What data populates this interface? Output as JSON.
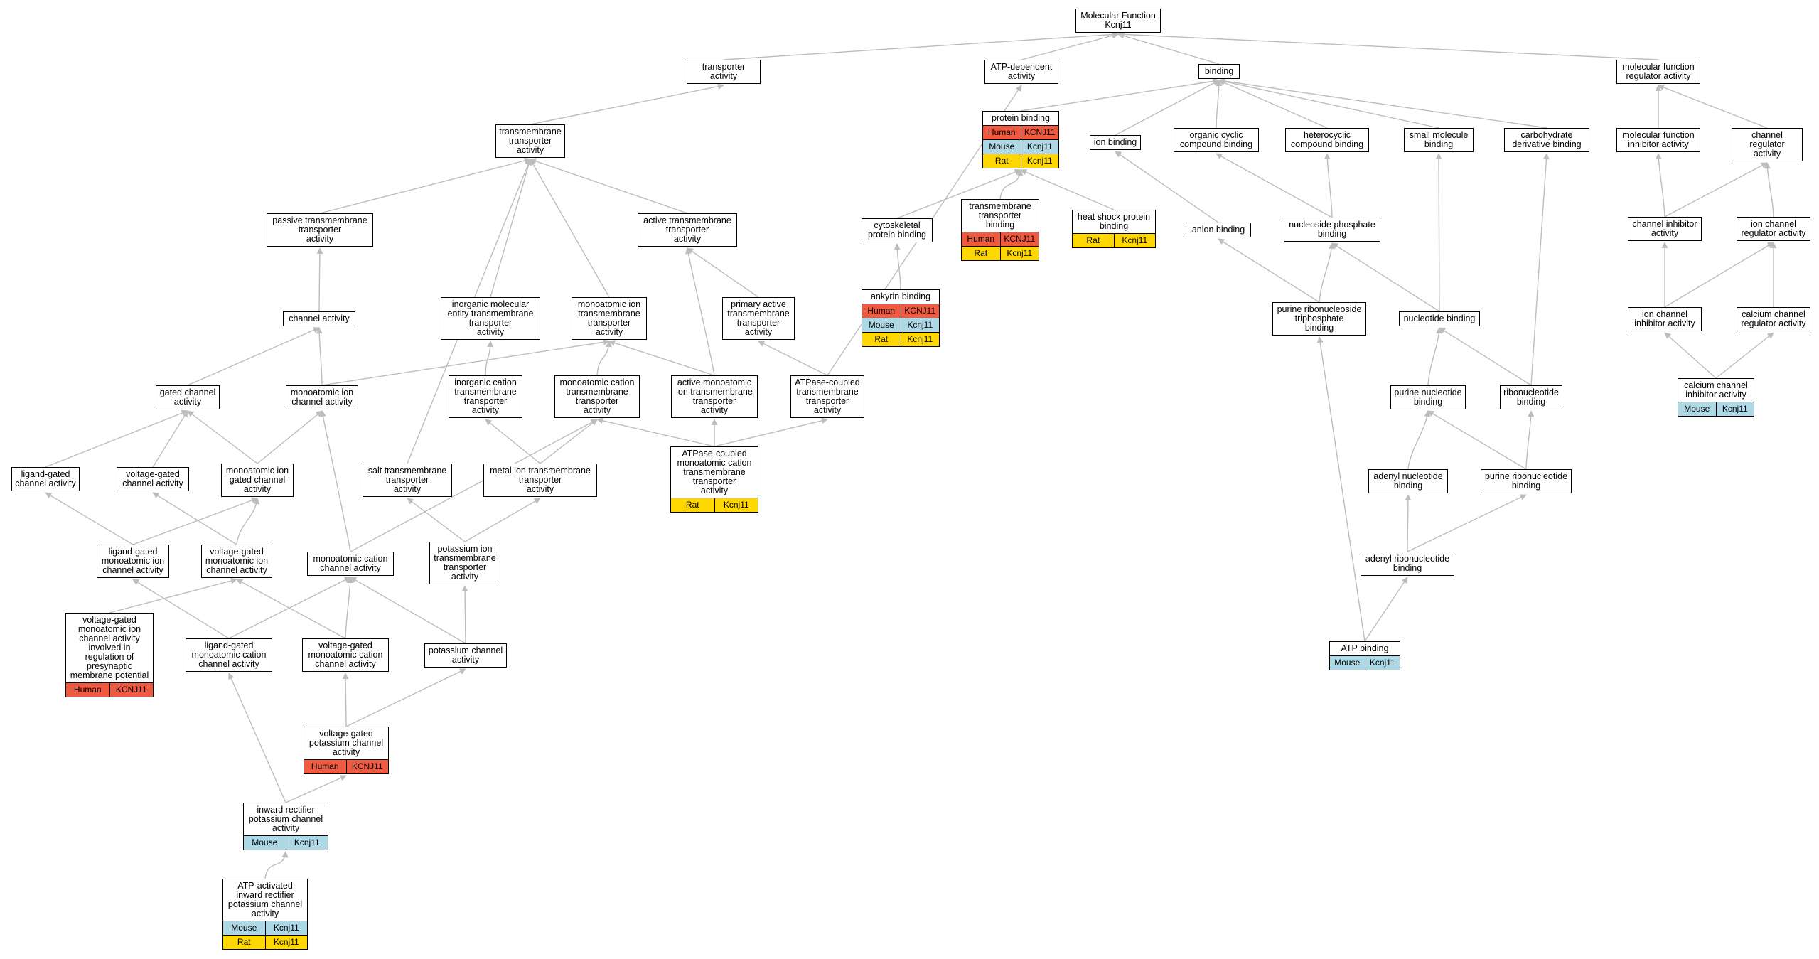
{
  "title": "Molecular Function\nKcnj11",
  "species_colors": {
    "Human": "#f05a40",
    "Mouse": "#add8e6",
    "Rat": "#ffd700"
  },
  "edge_color": "#bdbdbd",
  "nodes": {
    "root": {
      "label": "Molecular Function\nKcnj11"
    },
    "transporter": {
      "label": "transporter\nactivity"
    },
    "atp_dep": {
      "label": "ATP-dependent\nactivity"
    },
    "binding": {
      "label": "binding"
    },
    "mfreg": {
      "label": "molecular function\nregulator activity"
    },
    "tmt": {
      "label": "transmembrane\ntransporter\nactivity"
    },
    "protein_binding": {
      "label": "protein binding",
      "species": [
        [
          "Human",
          "KCNJ11"
        ],
        [
          "Mouse",
          "Kcnj11"
        ],
        [
          "Rat",
          "Kcnj11"
        ]
      ]
    },
    "ion_binding": {
      "label": "ion binding"
    },
    "organic_cyclic": {
      "label": "organic cyclic\ncompound binding"
    },
    "heterocyclic": {
      "label": "heterocyclic\ncompound binding"
    },
    "small_molecule": {
      "label": "small molecule\nbinding"
    },
    "carbohydrate": {
      "label": "carbohydrate\nderivative binding"
    },
    "mf_inhibitor": {
      "label": "molecular function\ninhibitor activity"
    },
    "channel_reg": {
      "label": "channel regulator\nactivity"
    },
    "passive_tmt": {
      "label": "passive transmembrane\ntransporter\nactivity"
    },
    "active_tmt": {
      "label": "active transmembrane\ntransporter\nactivity"
    },
    "cytoskeletal": {
      "label": "cytoskeletal\nprotein binding"
    },
    "tmt_binding": {
      "label": "transmembrane\ntransporter\nbinding",
      "species": [
        [
          "Human",
          "KCNJ11"
        ],
        [
          "Rat",
          "Kcnj11"
        ]
      ]
    },
    "hsp_binding": {
      "label": "heat shock protein\nbinding",
      "species": [
        [
          "Rat",
          "Kcnj11"
        ]
      ]
    },
    "anion_binding": {
      "label": "anion binding"
    },
    "nuc_phosphate": {
      "label": "nucleoside phosphate\nbinding"
    },
    "channel_inhibitor": {
      "label": "channel inhibitor\nactivity"
    },
    "ion_channel_reg": {
      "label": "ion channel\nregulator activity"
    },
    "channel_activity": {
      "label": "channel activity"
    },
    "inorg_mol": {
      "label": "inorganic molecular\nentity transmembrane\ntransporter\nactivity"
    },
    "mono_ion_tmt": {
      "label": "monoatomic ion\ntransmembrane\ntransporter\nactivity"
    },
    "primary_active": {
      "label": "primary active\ntransmembrane\ntransporter\nactivity"
    },
    "ankyrin": {
      "label": "ankyrin binding",
      "species": [
        [
          "Human",
          "KCNJ11"
        ],
        [
          "Mouse",
          "Kcnj11"
        ],
        [
          "Rat",
          "Kcnj11"
        ]
      ]
    },
    "purine_rnt_tp": {
      "label": "purine ribonucleoside\ntriphosphate\nbinding"
    },
    "nucleotide_binding": {
      "label": "nucleotide binding"
    },
    "ion_channel_inhib": {
      "label": "ion channel\ninhibitor activity"
    },
    "calcium_channel_reg": {
      "label": "calcium channel\nregulator activity"
    },
    "gated_channel": {
      "label": "gated channel\nactivity"
    },
    "mono_ion_channel": {
      "label": "monoatomic ion\nchannel activity"
    },
    "inorg_cation": {
      "label": "inorganic cation\ntransmembrane\ntransporter\nactivity"
    },
    "mono_cation_tmt": {
      "label": "monoatomic cation\ntransmembrane\ntransporter\nactivity"
    },
    "active_mono_ion": {
      "label": "active monoatomic\nion transmembrane\ntransporter\nactivity"
    },
    "atpase_tmt": {
      "label": "ATPase-coupled\ntransmembrane\ntransporter\nactivity"
    },
    "purine_nucleotide": {
      "label": "purine nucleotide\nbinding"
    },
    "ribonucleotide": {
      "label": "ribonucleotide\nbinding"
    },
    "calcium_channel_inhib": {
      "label": "calcium channel\ninhibitor activity",
      "species": [
        [
          "Mouse",
          "Kcnj11"
        ]
      ]
    },
    "ligand_gated": {
      "label": "ligand-gated\nchannel activity"
    },
    "voltage_gated": {
      "label": "voltage-gated\nchannel activity"
    },
    "mono_ion_gated": {
      "label": "monoatomic ion\ngated channel\nactivity"
    },
    "salt_tmt": {
      "label": "salt transmembrane\ntransporter\nactivity"
    },
    "metal_ion_tmt": {
      "label": "metal ion transmembrane\ntransporter\nactivity"
    },
    "atpase_mono_cation": {
      "label": "ATPase-coupled\nmonoatomic cation\ntransmembrane\ntransporter\nactivity",
      "species": [
        [
          "Rat",
          "Kcnj11"
        ]
      ]
    },
    "adenyl_nucleotide": {
      "label": "adenyl nucleotide\nbinding"
    },
    "purine_ribonucleotide": {
      "label": "purine ribonucleotide\nbinding"
    },
    "ligand_gated_mono_ion": {
      "label": "ligand-gated\nmonoatomic ion\nchannel activity"
    },
    "voltage_gated_mono_ion": {
      "label": "voltage-gated\nmonoatomic ion\nchannel activity"
    },
    "mono_cation_channel": {
      "label": "monoatomic cation\nchannel activity"
    },
    "potassium_ion_tmt": {
      "label": "potassium ion\ntransmembrane\ntransporter\nactivity"
    },
    "adenyl_ribonucleotide": {
      "label": "adenyl ribonucleotide\nbinding"
    },
    "vg_presynaptic": {
      "label": "voltage-gated\nmonoatomic ion\nchannel activity\ninvolved in\nregulation of\npresynaptic\nmembrane potential",
      "species": [
        [
          "Human",
          "KCNJ11"
        ]
      ]
    },
    "ligand_gated_cation": {
      "label": "ligand-gated\nmonoatomic cation\nchannel activity"
    },
    "voltage_gated_cation": {
      "label": "voltage-gated\nmonoatomic cation\nchannel activity"
    },
    "potassium_channel": {
      "label": "potassium channel\nactivity"
    },
    "atp_binding": {
      "label": "ATP binding",
      "species": [
        [
          "Mouse",
          "Kcnj11"
        ]
      ]
    },
    "vg_potassium": {
      "label": "voltage-gated\npotassium channel\nactivity",
      "species": [
        [
          "Human",
          "KCNJ11"
        ]
      ]
    },
    "inward_rectifier": {
      "label": "inward rectifier\npotassium channel\nactivity",
      "species": [
        [
          "Mouse",
          "Kcnj11"
        ]
      ]
    },
    "atp_activated": {
      "label": "ATP-activated\ninward rectifier\npotassium channel\nactivity",
      "species": [
        [
          "Mouse",
          "Kcnj11"
        ],
        [
          "Rat",
          "Kcnj11"
        ]
      ]
    }
  },
  "edges": [
    [
      "transporter",
      "root"
    ],
    [
      "atp_dep",
      "root"
    ],
    [
      "binding",
      "root"
    ],
    [
      "mfreg",
      "root"
    ],
    [
      "tmt",
      "transporter"
    ],
    [
      "protein_binding",
      "binding"
    ],
    [
      "ion_binding",
      "binding"
    ],
    [
      "organic_cyclic",
      "binding"
    ],
    [
      "heterocyclic",
      "binding"
    ],
    [
      "small_molecule",
      "binding"
    ],
    [
      "carbohydrate",
      "binding"
    ],
    [
      "mf_inhibitor",
      "mfreg"
    ],
    [
      "channel_reg",
      "mfreg"
    ],
    [
      "passive_tmt",
      "tmt"
    ],
    [
      "active_tmt",
      "tmt"
    ],
    [
      "inorg_mol",
      "tmt"
    ],
    [
      "mono_ion_tmt",
      "tmt"
    ],
    [
      "salt_tmt",
      "tmt"
    ],
    [
      "cytoskeletal",
      "protein_binding"
    ],
    [
      "tmt_binding",
      "protein_binding"
    ],
    [
      "hsp_binding",
      "protein_binding"
    ],
    [
      "anion_binding",
      "ion_binding"
    ],
    [
      "nuc_phosphate",
      "organic_cyclic"
    ],
    [
      "nuc_phosphate",
      "heterocyclic"
    ],
    [
      "channel_inhibitor",
      "mf_inhibitor"
    ],
    [
      "channel_inhibitor",
      "channel_reg"
    ],
    [
      "ion_channel_reg",
      "channel_reg"
    ],
    [
      "channel_activity",
      "passive_tmt"
    ],
    [
      "primary_active",
      "active_tmt"
    ],
    [
      "active_mono_ion",
      "active_tmt"
    ],
    [
      "ankyrin",
      "cytoskeletal"
    ],
    [
      "purine_rnt_tp",
      "anion_binding"
    ],
    [
      "purine_rnt_tp",
      "nuc_phosphate"
    ],
    [
      "nucleotide_binding",
      "nuc_phosphate"
    ],
    [
      "nucleotide_binding",
      "small_molecule"
    ],
    [
      "ion_channel_inhib",
      "channel_inhibitor"
    ],
    [
      "ion_channel_inhib",
      "ion_channel_reg"
    ],
    [
      "calcium_channel_reg",
      "ion_channel_reg"
    ],
    [
      "gated_channel",
      "channel_activity"
    ],
    [
      "mono_ion_channel",
      "channel_activity"
    ],
    [
      "mono_ion_channel",
      "mono_ion_tmt"
    ],
    [
      "inorg_cation",
      "inorg_mol"
    ],
    [
      "mono_cation_tmt",
      "mono_ion_tmt"
    ],
    [
      "active_mono_ion",
      "mono_ion_tmt"
    ],
    [
      "atpase_tmt",
      "primary_active"
    ],
    [
      "atpase_tmt",
      "atp_dep"
    ],
    [
      "purine_nucleotide",
      "nucleotide_binding"
    ],
    [
      "ribonucleotide",
      "nucleotide_binding"
    ],
    [
      "ribonucleotide",
      "carbohydrate"
    ],
    [
      "calcium_channel_inhib",
      "ion_channel_inhib"
    ],
    [
      "calcium_channel_inhib",
      "calcium_channel_reg"
    ],
    [
      "ligand_gated",
      "gated_channel"
    ],
    [
      "voltage_gated",
      "gated_channel"
    ],
    [
      "mono_ion_gated",
      "gated_channel"
    ],
    [
      "mono_ion_gated",
      "mono_ion_channel"
    ],
    [
      "metal_ion_tmt",
      "inorg_cation"
    ],
    [
      "metal_ion_tmt",
      "mono_cation_tmt"
    ],
    [
      "atpase_mono_cation",
      "mono_cation_tmt"
    ],
    [
      "atpase_mono_cation",
      "active_mono_ion"
    ],
    [
      "atpase_mono_cation",
      "atpase_tmt"
    ],
    [
      "adenyl_nucleotide",
      "purine_nucleotide"
    ],
    [
      "purine_ribonucleotide",
      "purine_nucleotide"
    ],
    [
      "purine_ribonucleotide",
      "ribonucleotide"
    ],
    [
      "ligand_gated_mono_ion",
      "ligand_gated"
    ],
    [
      "ligand_gated_mono_ion",
      "mono_ion_gated"
    ],
    [
      "voltage_gated_mono_ion",
      "voltage_gated"
    ],
    [
      "voltage_gated_mono_ion",
      "mono_ion_gated"
    ],
    [
      "mono_cation_channel",
      "mono_ion_channel"
    ],
    [
      "mono_cation_channel",
      "mono_cation_tmt"
    ],
    [
      "potassium_ion_tmt",
      "salt_tmt"
    ],
    [
      "potassium_ion_tmt",
      "metal_ion_tmt"
    ],
    [
      "adenyl_ribonucleotide",
      "adenyl_nucleotide"
    ],
    [
      "adenyl_ribonucleotide",
      "purine_ribonucleotide"
    ],
    [
      "vg_presynaptic",
      "voltage_gated_mono_ion"
    ],
    [
      "ligand_gated_cation",
      "ligand_gated_mono_ion"
    ],
    [
      "ligand_gated_cation",
      "mono_cation_channel"
    ],
    [
      "voltage_gated_cation",
      "voltage_gated_mono_ion"
    ],
    [
      "voltage_gated_cation",
      "mono_cation_channel"
    ],
    [
      "potassium_channel",
      "mono_cation_channel"
    ],
    [
      "potassium_channel",
      "potassium_ion_tmt"
    ],
    [
      "atp_binding",
      "purine_rnt_tp"
    ],
    [
      "atp_binding",
      "adenyl_ribonucleotide"
    ],
    [
      "vg_potassium",
      "voltage_gated_cation"
    ],
    [
      "vg_potassium",
      "potassium_channel"
    ],
    [
      "inward_rectifier",
      "vg_potassium"
    ],
    [
      "inward_rectifier",
      "ligand_gated_cation"
    ],
    [
      "atp_activated",
      "inward_rectifier"
    ]
  ]
}
